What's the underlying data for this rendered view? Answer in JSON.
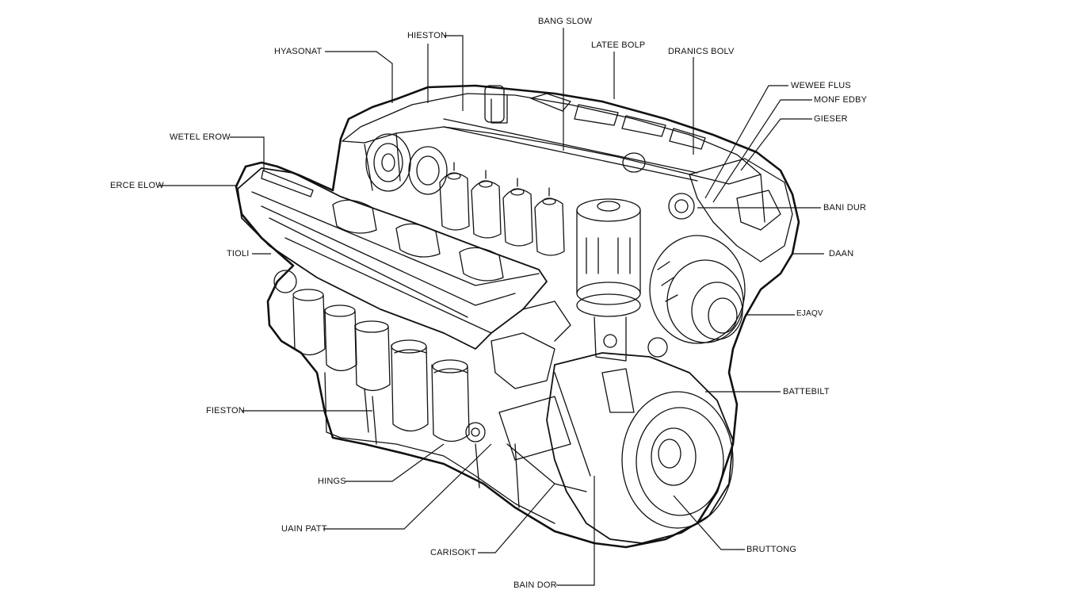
{
  "labels": {
    "histon_left": "HIESTON",
    "hyasonat": "HYASONAT",
    "wetel_erow": "WETEL EROW",
    "erce_elow": "ERCE ELOW",
    "tioli": "TIOLI",
    "fiston": "FIESTON",
    "hings": "HINGS",
    "uain_patt": "UAIN PATT",
    "carisokt": "CARISOKT",
    "bain_dor_bottom": "BAIN DOR",
    "bang_slow": "BANG SLOW",
    "latee_bolp": "LATEE BOLP",
    "dranics_bolv": "DRANICS BOLV",
    "wewee_flus": "WEWEE FLUS",
    "monf_edby": "MONF EDBY",
    "gieser": "GIESER",
    "bani_dur": "BANI DUR",
    "daan": "DAAN",
    "ejaqv": "EJAQV",
    "battebilt": "BATTEBILT",
    "bruttong": "BRUTTONG"
  }
}
